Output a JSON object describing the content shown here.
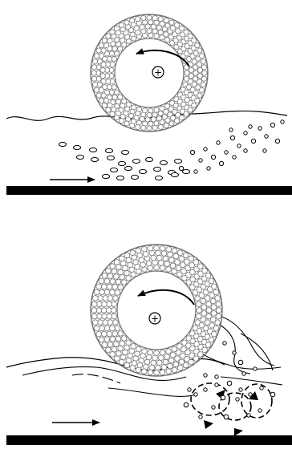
{
  "figure": {
    "panels": [
      {
        "id": "top",
        "description_marks": {
          "roller_symbol": "+",
          "rotation": "counter-clockwise",
          "flow_arrow": "right"
        }
      },
      {
        "id": "bottom",
        "description_marks": {
          "roller_symbol": "+",
          "rotation": "counter-clockwise",
          "flow_arrow": "right"
        }
      }
    ],
    "colors": {
      "ink": "#000000",
      "roller_ring": "#6f6f6f",
      "background": "#ffffff"
    }
  }
}
